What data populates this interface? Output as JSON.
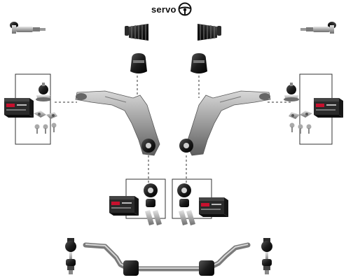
{
  "header": {
    "servo_label": "servo",
    "servo_icon": "steering-wheel-icon"
  },
  "parts": [
    {
      "name": "tie-rod-end",
      "count": 2
    },
    {
      "name": "steering-rack-boot",
      "count": 2
    },
    {
      "name": "subframe-mount",
      "count": 2
    },
    {
      "name": "control-arm",
      "count": 2
    },
    {
      "name": "ball-joint",
      "count": 2
    },
    {
      "name": "ball-joint-fitting-kit",
      "count": 2
    },
    {
      "name": "control-arm-bushing-kit",
      "count": 2
    },
    {
      "name": "stabilizer-bar-link",
      "count": 2
    },
    {
      "name": "stabilizer-bar",
      "count": 1
    }
  ],
  "colors": {
    "rubber": "#1e1e1e",
    "metal": "#a8a8a8",
    "box_dark": "#2a2a2a",
    "box_brand": "#c8102e",
    "line": "#333333"
  }
}
